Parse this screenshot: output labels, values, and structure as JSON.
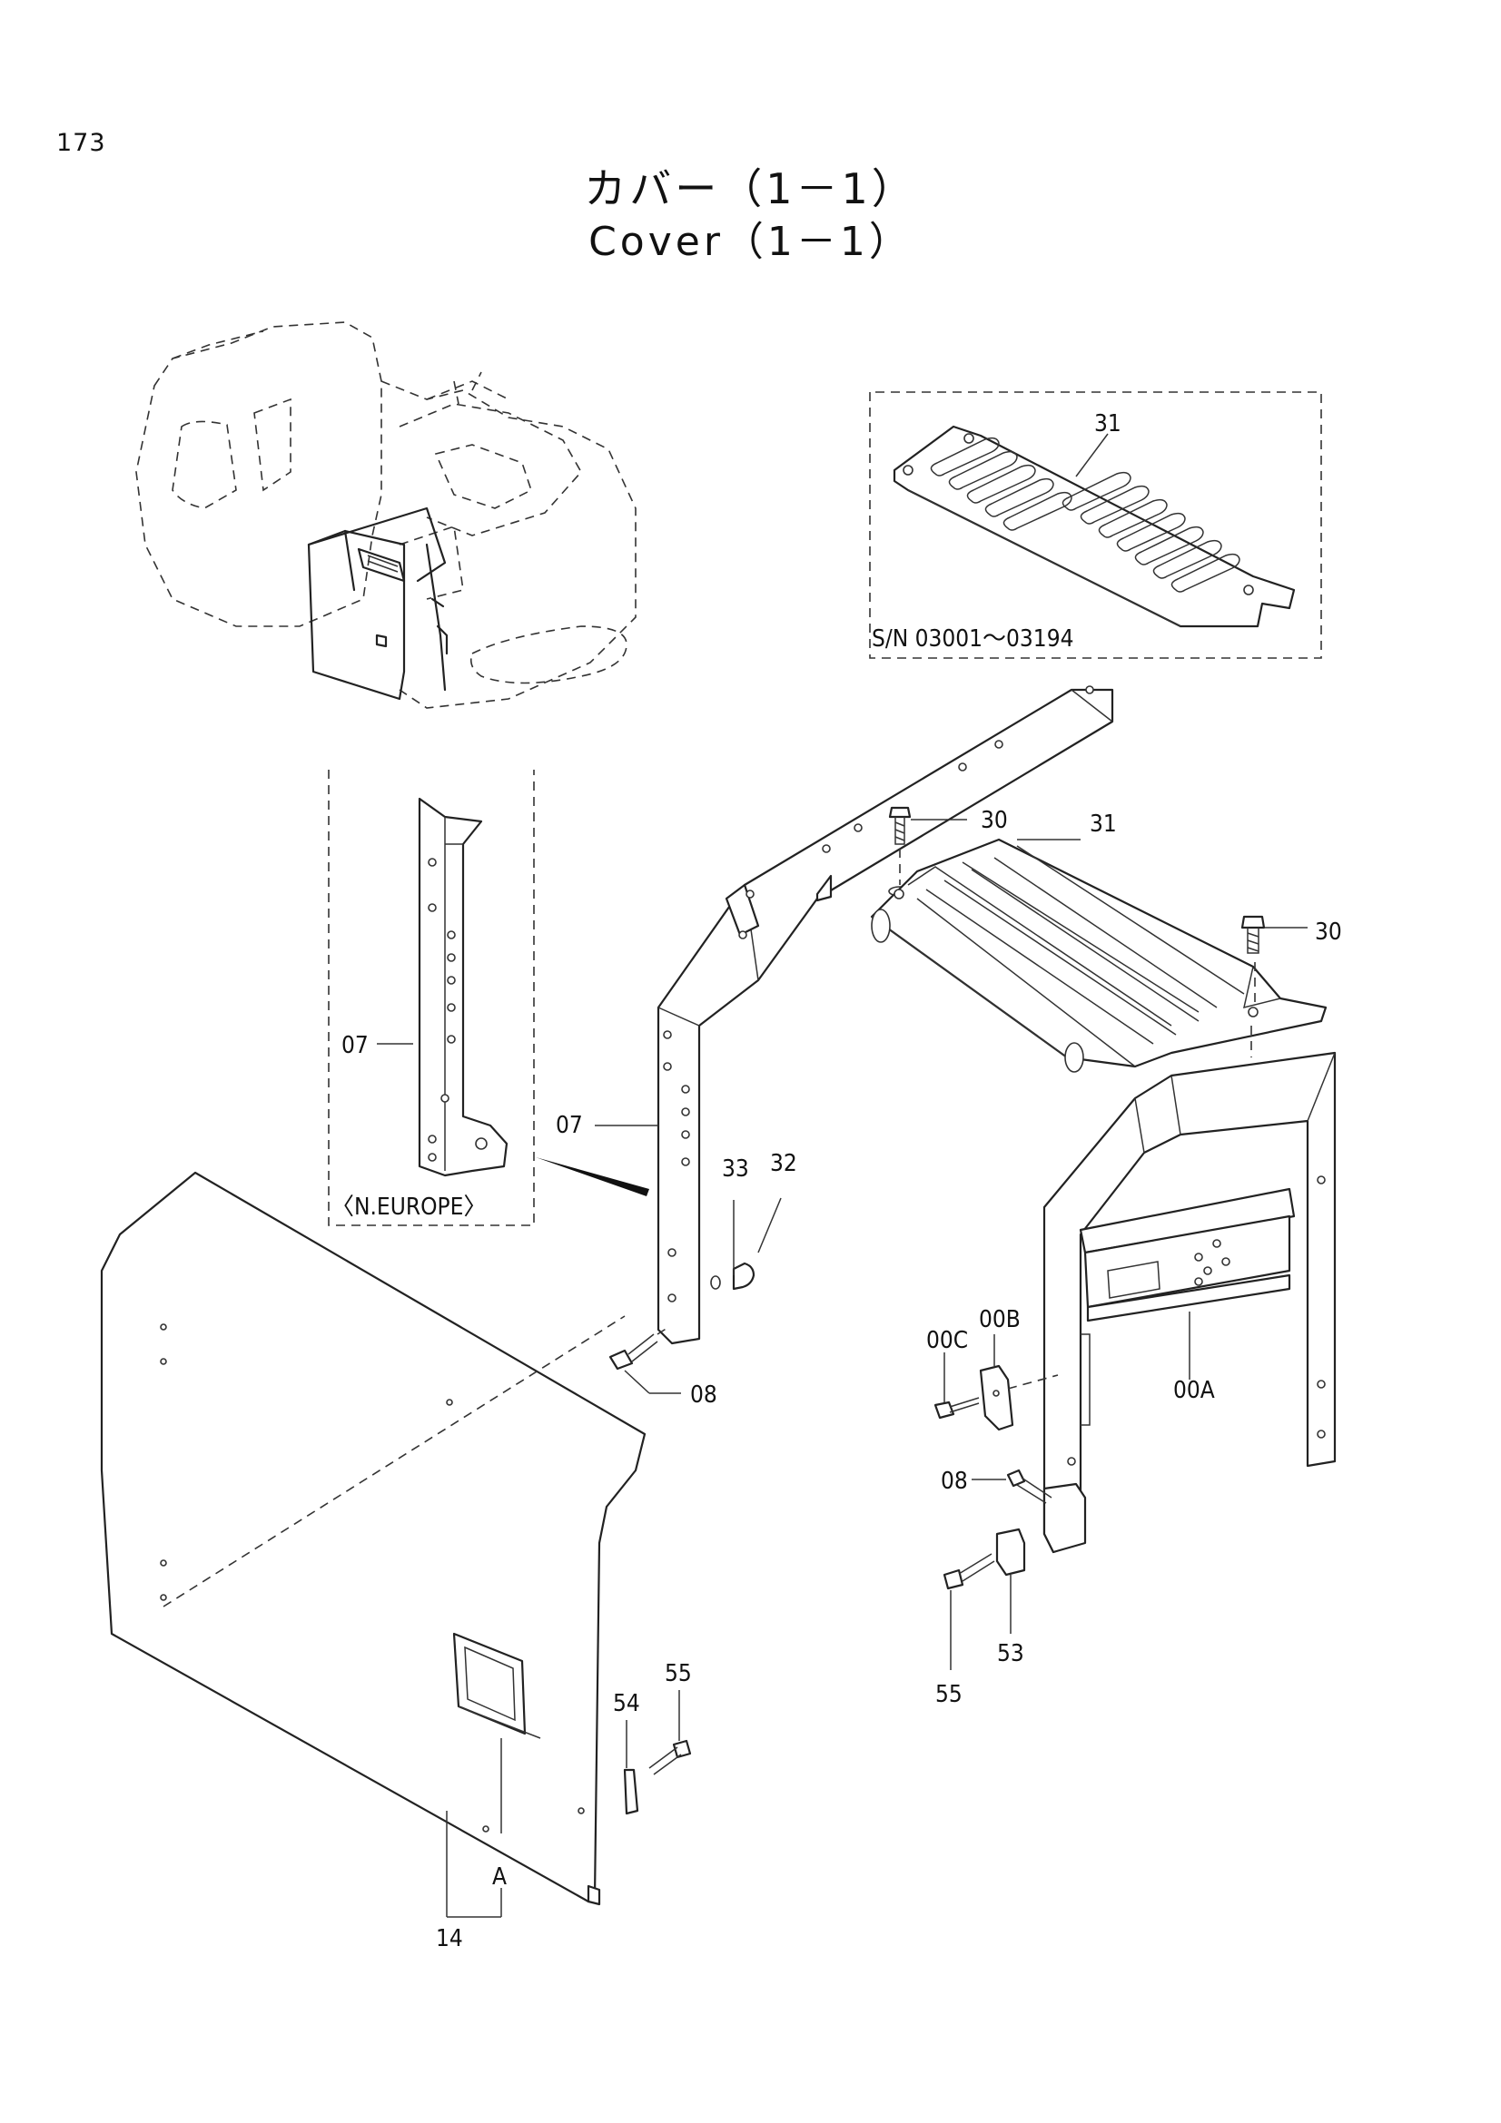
{
  "page": {
    "number": "173",
    "title_ja": "カバー（1－1）",
    "title_en": "Cover（1－1）"
  },
  "inset_top": {
    "part_label": "31",
    "serial_note": "S/N 03001～03194"
  },
  "inset_left": {
    "part_label": "07",
    "region_note": "〈N.EUROPE〉"
  },
  "callouts": {
    "c30_a": "30",
    "c31": "31",
    "c30_b": "30",
    "c07": "07",
    "c33": "33",
    "c32": "32",
    "c08_a": "08",
    "c00C": "00C",
    "c00B": "00B",
    "c00A": "00A",
    "c08_b": "08",
    "c53": "53",
    "c55_a": "55",
    "c54": "54",
    "c55_b": "55",
    "cA": "A",
    "c14": "14"
  }
}
